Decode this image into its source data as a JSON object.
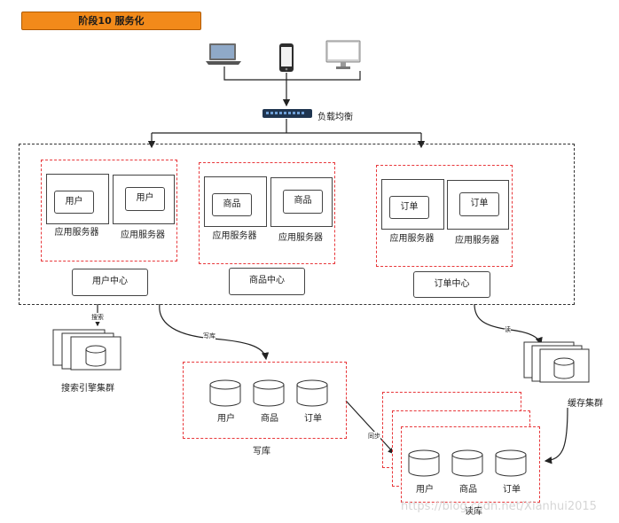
{
  "title": "阶段10 服务化",
  "load_balancer": {
    "label": "负载均衡"
  },
  "clusters": [
    {
      "id": "user",
      "servers": [
        {
          "inner": "用户",
          "label": "应用服务器"
        },
        {
          "inner": "用户",
          "label": "应用服务器"
        }
      ],
      "center_label": "用户中心"
    },
    {
      "id": "goods",
      "servers": [
        {
          "inner": "商品",
          "label": "应用服务器"
        },
        {
          "inner": "商品",
          "label": "应用服务器"
        }
      ],
      "center_label": "商品中心"
    },
    {
      "id": "order",
      "servers": [
        {
          "inner": "订单",
          "label": "应用服务器"
        },
        {
          "inner": "订单",
          "label": "应用服务器"
        }
      ],
      "center_label": "订单中心"
    }
  ],
  "search_cluster": {
    "label": "搜索引擎集群",
    "edge_label": "搜索"
  },
  "cache_cluster": {
    "label": "缓存集群",
    "edge_label": "读"
  },
  "write_db": {
    "label": "写库",
    "edge_label": "写库",
    "dbs": [
      "用户",
      "商品",
      "订单"
    ]
  },
  "read_db": {
    "label": "读库",
    "sync_label": "同步",
    "dbs": [
      "用户",
      "商品",
      "订单"
    ]
  },
  "watermark": "https://blog.csdn.net/Xianhui2015"
}
